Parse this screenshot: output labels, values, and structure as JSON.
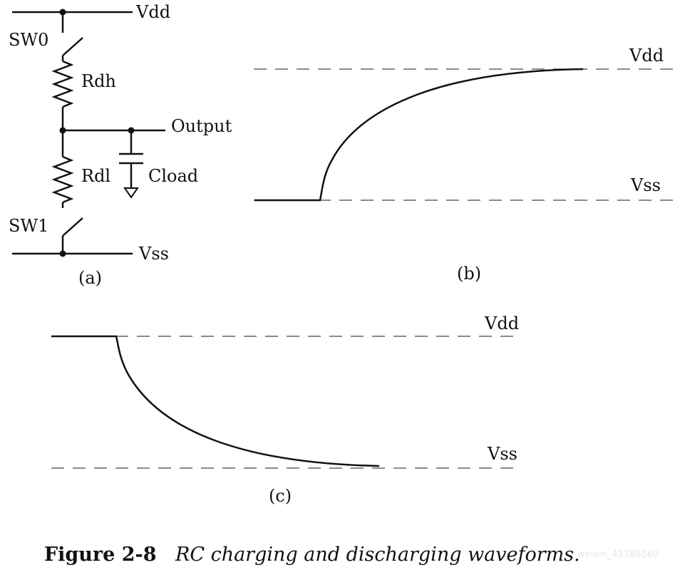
{
  "circuit": {
    "vdd_label": "Vdd",
    "vss_label": "Vss",
    "sw0_label": "SW0",
    "sw1_label": "SW1",
    "rdh_label": "Rdh",
    "rdl_label": "Rdl",
    "output_label": "Output",
    "cload_label": "Cload",
    "panel_label": "(a)"
  },
  "charging": {
    "vdd_label": "Vdd",
    "vss_label": "Vss",
    "panel_label": "(b)"
  },
  "discharging": {
    "vdd_label": "Vdd",
    "vss_label": "Vss",
    "panel_label": "(c)"
  },
  "caption": {
    "number": "Figure 2-8",
    "text": "RC charging and discharging waveforms."
  },
  "watermark": "weixin_41788560"
}
